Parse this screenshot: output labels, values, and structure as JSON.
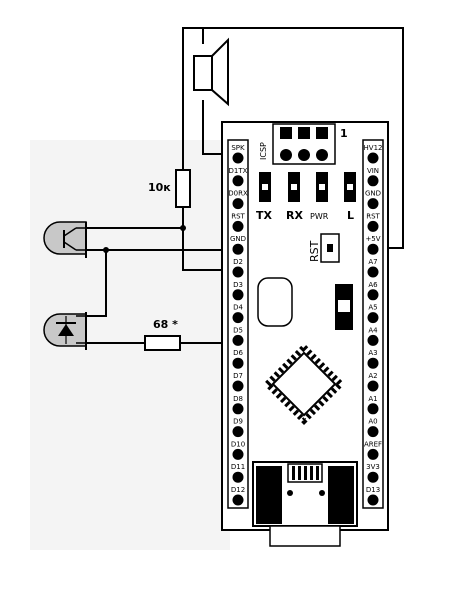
{
  "resistors": {
    "r1": "10к",
    "r2": "68 *"
  },
  "board": {
    "icsp_label": "ICSP",
    "icsp_pin1": "1",
    "leds": [
      "TX",
      "RX",
      "PWR",
      "L"
    ],
    "reset_label": "RST",
    "left_pins": [
      "SPK",
      "D1TX",
      "D0RX",
      "RST",
      "GND",
      "D2",
      "D3",
      "D4",
      "D5",
      "D6",
      "D7",
      "D8",
      "D9",
      "D10",
      "D11",
      "D12"
    ],
    "right_pins": [
      "HV12",
      "VIN",
      "GND",
      "RST",
      "+5V",
      "A7",
      "A6",
      "A5",
      "A4",
      "A3",
      "A2",
      "A1",
      "A0",
      "AREF",
      "3V3",
      "D13"
    ]
  }
}
